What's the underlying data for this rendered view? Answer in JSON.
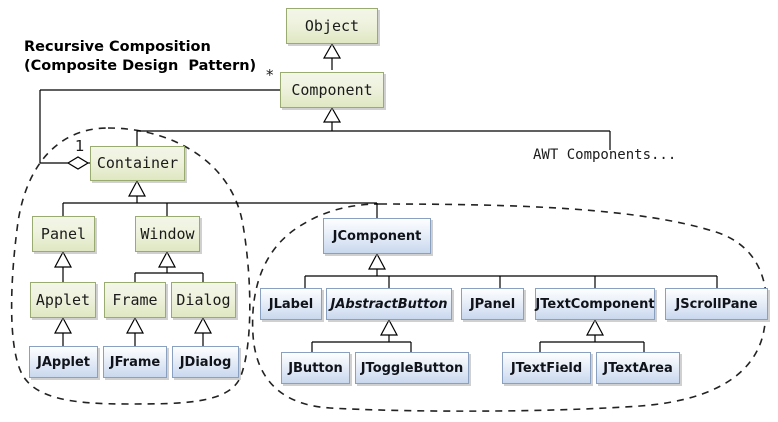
{
  "diagram": {
    "title_line1": "Recursive Composition",
    "title_line2": "(Composite Design  Pattern)",
    "awt_more_label": "AWT Components...",
    "multiplicity_many": "*",
    "multiplicity_one": "1",
    "colors": {
      "awt_box_fill_top": "#f3f6e8",
      "awt_box_fill_bottom": "#dfe7c2",
      "awt_box_border": "#9aab72",
      "swing_box_fill_top": "#fdfeff",
      "swing_box_fill_bottom": "#c9d8ee",
      "swing_box_border": "#8aa0c0",
      "line": "#000000",
      "dashed_group": "#222222"
    },
    "nodes": {
      "object": "Object",
      "component": "Component",
      "container": "Container",
      "panel": "Panel",
      "window": "Window",
      "applet": "Applet",
      "frame": "Frame",
      "dialog": "Dialog",
      "japplet": "JApplet",
      "jframe": "JFrame",
      "jdialog": "JDialog",
      "jcomponent": "JComponent",
      "jlabel": "JLabel",
      "jabstractbutton": "JAbstractButton",
      "jpanel": "JPanel",
      "jtextcomponent": "JTextComponent",
      "jscrollpane": "JScrollPane",
      "jbutton": "JButton",
      "jtogglebutton": "JToggleButton",
      "jtextfield": "JTextField",
      "jtextarea": "JTextArea"
    }
  }
}
